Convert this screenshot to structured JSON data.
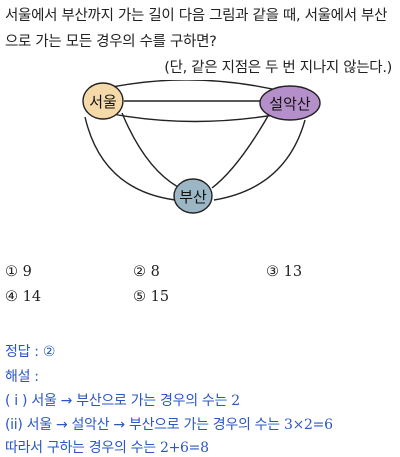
{
  "question": {
    "line1": "서울에서 부산까지 가는 길이 다음 그림과 같을 때, 서울에서 부산",
    "line2": "으로 가는 모든 경우의 수를 구하면?",
    "note": "(단, 같은 지점은 두 번 지나지 않는다.)"
  },
  "diagram": {
    "nodes": {
      "seoul": "서울",
      "seoraksan": "설악산",
      "busan": "부산"
    },
    "colors": {
      "seoul": "#f5d9a8",
      "seoraksan": "#b58fc9",
      "busan": "#9bb7c6"
    }
  },
  "choices": [
    {
      "mark": "①",
      "value": "9"
    },
    {
      "mark": "②",
      "value": "8"
    },
    {
      "mark": "③",
      "value": "13"
    },
    {
      "mark": "④",
      "value": "14"
    },
    {
      "mark": "⑤",
      "value": "15"
    }
  ],
  "solution": {
    "answer_label": "정답 : ②",
    "explain_label": "해설 :",
    "case1_prefix": "( i ) 서울 → 부산으로 가는 경우의 수는",
    "case1_value": "2",
    "case2_prefix": "(ii) 서울 → 설악산 → 부산으로 가는 경우의 수는",
    "case2_value": "3×2=6",
    "conclusion_prefix": "따라서 구하는 경우의 수는",
    "conclusion_value": "2+6=8"
  }
}
